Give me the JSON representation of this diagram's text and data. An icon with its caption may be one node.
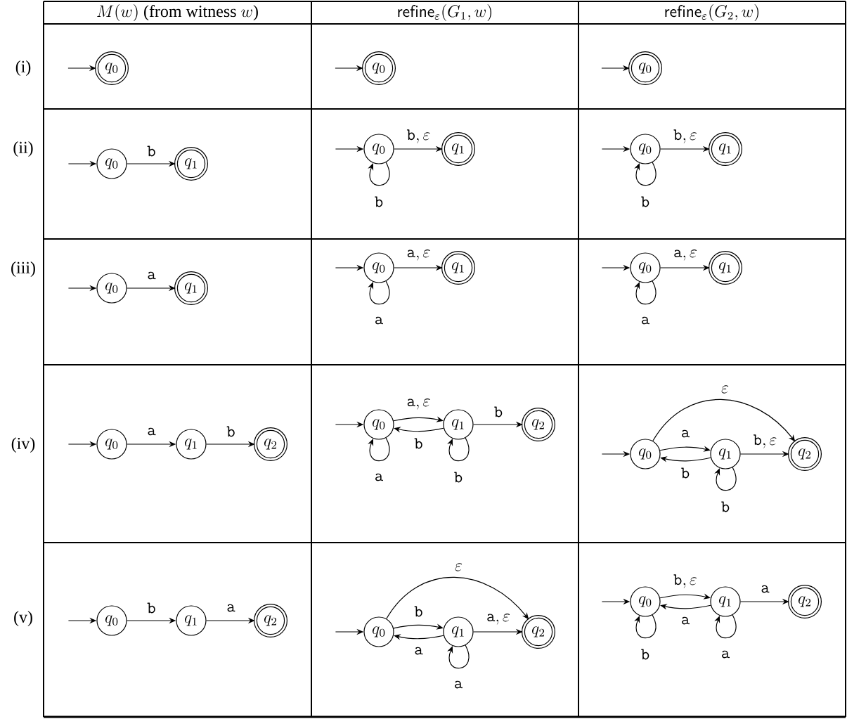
{
  "diagram": {
    "nodes": [
      {
        "text": [
          "q_0"
        ]
      },
      {
        "text": [
          "q_0"
        ]
      },
      {
        "text": [
          "q_0"
        ]
      },
      {
        "text": [
          "q_0"
        ]
      },
      {
        "text": [
          "q_1"
        ]
      },
      {
        "text": [
          "q_0"
        ]
      },
      {
        "text": [
          "q_1"
        ]
      },
      {
        "text": [
          "q_0"
        ]
      },
      {
        "text": [
          "q_1"
        ]
      },
      {
        "text": [
          "q_0"
        ]
      },
      {
        "text": [
          "q_1"
        ]
      },
      {
        "text": [
          "q_0"
        ]
      },
      {
        "text": [
          "q_1"
        ]
      },
      {
        "text": [
          "q_0"
        ]
      },
      {
        "text": [
          "q_1"
        ]
      },
      {
        "text": [
          "q_0"
        ]
      },
      {
        "text": [
          "q_1"
        ]
      },
      {
        "text": [
          "q_2"
        ]
      },
      {
        "text": [
          "q_0"
        ]
      },
      {
        "text": [
          "q_1"
        ]
      },
      {
        "text": [
          "q_2"
        ]
      },
      {
        "text": [
          "q_0"
        ]
      },
      {
        "text": [
          "q_1"
        ]
      },
      {
        "text": [
          "q_2"
        ]
      },
      {
        "text": [
          "q_0"
        ]
      },
      {
        "text": [
          "q_1"
        ]
      },
      {
        "text": [
          "q_2"
        ]
      },
      {
        "text": [
          "q_0"
        ]
      },
      {
        "text": [
          "q_1"
        ]
      },
      {
        "text": [
          "q_2"
        ]
      },
      {
        "text": [
          "q_0"
        ]
      },
      {
        "text": [
          "q_1"
        ]
      },
      {
        "text": [
          "q_2"
        ]
      }
    ],
    "edges": [
      {
        "from": null,
        "to": 0,
        "arrow": "to"
      },
      {
        "from": null,
        "to": 1,
        "arrow": "to"
      },
      {
        "from": null,
        "to": 2,
        "arrow": "to"
      },
      {
        "from": null,
        "to": 3,
        "arrow": "to"
      },
      {
        "from": null,
        "to": 5,
        "arrow": "to"
      },
      {
        "from": null,
        "to": 7,
        "arrow": "to"
      },
      {
        "from": null,
        "to": 9,
        "arrow": "to"
      },
      {
        "from": null,
        "to": 11,
        "arrow": "to"
      },
      {
        "from": null,
        "to": 13,
        "arrow": "to"
      },
      {
        "from": null,
        "to": 15,
        "arrow": "to"
      },
      {
        "from": null,
        "to": 18,
        "arrow": "to"
      },
      {
        "from": null,
        "to": 21,
        "arrow": "to"
      },
      {
        "from": null,
        "to": 24,
        "arrow": "to"
      },
      {
        "from": null,
        "to": 27,
        "arrow": "to"
      },
      {
        "from": null,
        "to": 30,
        "arrow": "to"
      },
      {
        "from": 3,
        "to": 4,
        "arrow": "to",
        "label": "\\mathtt{b}"
      },
      {
        "from": 5,
        "to": 6,
        "arrow": "to",
        "label": "\\mathtt{b},\\varepsilon"
      },
      {
        "from": 5,
        "to": 5,
        "arrow": "to",
        "label": "\\mathtt{b}"
      },
      {
        "from": 7,
        "to": 8,
        "arrow": "to",
        "label": "\\mathtt{b},\\varepsilon"
      },
      {
        "from": 7,
        "to": 7,
        "arrow": "to",
        "label": "\\mathtt{b}"
      },
      {
        "from": 9,
        "to": 10,
        "arrow": "to",
        "label": "\\mathtt{a}"
      },
      {
        "from": 11,
        "to": 12,
        "arrow": "to",
        "label": "\\mathtt{a},\\varepsilon"
      },
      {
        "from": 11,
        "to": 11,
        "arrow": "to",
        "label": "\\mathtt{a}"
      },
      {
        "from": 13,
        "to": 14,
        "arrow": "to",
        "label": "\\mathtt{a},\\varepsilon"
      },
      {
        "from": 13,
        "to": 13,
        "arrow": "to",
        "label": "\\mathtt{a}"
      },
      {
        "from": 15,
        "to": 16,
        "arrow": "to",
        "label": "\\mathtt{a}"
      },
      {
        "from": 16,
        "to": 17,
        "arrow": "to",
        "label": "\\mathtt{b}"
      },
      {
        "from": 18,
        "to": 19,
        "arrow": "to",
        "label": "\\mathtt{a},\\varepsilon"
      },
      {
        "from": 19,
        "to": 18,
        "arrow": "to",
        "label": "\\mathtt{b}"
      },
      {
        "from": 18,
        "to": 18,
        "arrow": "to",
        "label": "\\mathtt{a}"
      },
      {
        "from": 19,
        "to": 20,
        "arrow": "to",
        "label": "\\mathtt{b}"
      },
      {
        "from": 19,
        "to": 19,
        "arrow": "to",
        "label": "\\mathtt{b}"
      },
      {
        "from": 21,
        "to": 23,
        "arrow": "to",
        "label": "\\varepsilon"
      },
      {
        "from": 21,
        "to": 22,
        "arrow": "to",
        "label": "\\mathtt{a}"
      },
      {
        "from": 22,
        "to": 21,
        "arrow": "to",
        "label": "\\mathtt{b}"
      },
      {
        "from": 22,
        "to": 23,
        "arrow": "to",
        "label": "\\mathtt{b},\\varepsilon"
      },
      {
        "from": 22,
        "to": 22,
        "arrow": "to",
        "label": "\\mathtt{b}"
      },
      {
        "from": 24,
        "to": 25,
        "arrow": "to",
        "label": "\\mathtt{b}"
      },
      {
        "from": 25,
        "to": 26,
        "arrow": "to",
        "label": "\\mathtt{a}"
      },
      {
        "from": 27,
        "to": 29,
        "arrow": "to",
        "label": "\\varepsilon"
      },
      {
        "from": 27,
        "to": 28,
        "arrow": "to",
        "label": "\\mathtt{b}"
      },
      {
        "from": 28,
        "to": 27,
        "arrow": "to",
        "label": "\\mathtt{a}"
      },
      {
        "from": 28,
        "to": 29,
        "arrow": "to",
        "label": "\\mathtt{a},\\varepsilon"
      },
      {
        "from": 28,
        "to": 28,
        "arrow": "to",
        "label": "\\mathtt{a}"
      },
      {
        "from": 30,
        "to": 31,
        "arrow": "to",
        "label": "\\mathtt{b},\\varepsilon"
      },
      {
        "from": 31,
        "to": 30,
        "arrow": "to",
        "label": "\\mathtt{a}"
      },
      {
        "from": 30,
        "to": 30,
        "arrow": "to",
        "label": "\\mathtt{b}"
      },
      {
        "from": 31,
        "to": 32,
        "arrow": "to",
        "label": "\\mathtt{a}"
      },
      {
        "from": 31,
        "to": 31,
        "arrow": "to",
        "label": "\\mathtt{a}"
      }
    ],
    "labels": [
      "M(w)\\ \\text{(from witness }w\\text{)}",
      "\\mathsf{refine}_{\\varepsilon}(G_1,w)",
      "\\mathsf{refine}_{\\varepsilon}(G_2,w)",
      "(i)",
      "(ii)",
      "(iii)",
      "(iv)",
      "(v)"
    ]
  }
}
